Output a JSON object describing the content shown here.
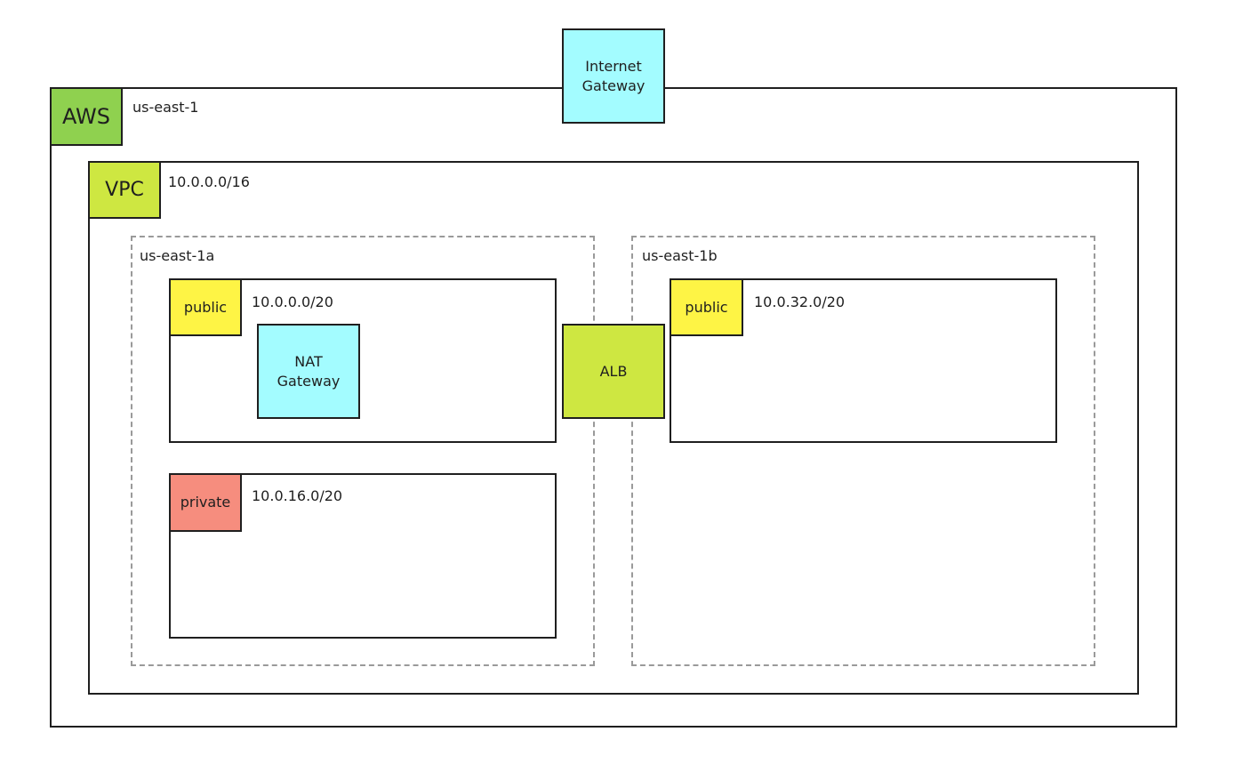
{
  "internet_gateway": {
    "label": "Internet\nGateway",
    "color": "#a3fcff"
  },
  "region": {
    "provider_tag": "AWS",
    "provider_color": "#8fd14f",
    "name": "us-east-1"
  },
  "vpc": {
    "tag": "VPC",
    "tag_color": "#cee741",
    "cidr": "10.0.0.0/16"
  },
  "availability_zones": [
    {
      "name": "us-east-1a",
      "subnets": [
        {
          "tag": "public",
          "tag_color": "#fef445",
          "cidr": "10.0.0.0/20"
        },
        {
          "tag": "private",
          "tag_color": "#f68d7e",
          "cidr": "10.0.16.0/20"
        }
      ]
    },
    {
      "name": "us-east-1b",
      "subnets": [
        {
          "tag": "public",
          "tag_color": "#fef445",
          "cidr": "10.0.32.0/20"
        }
      ]
    }
  ],
  "nat_gateway": {
    "label": "NAT\nGateway",
    "color": "#a3fcff"
  },
  "alb": {
    "label": "ALB",
    "color": "#cee741"
  }
}
